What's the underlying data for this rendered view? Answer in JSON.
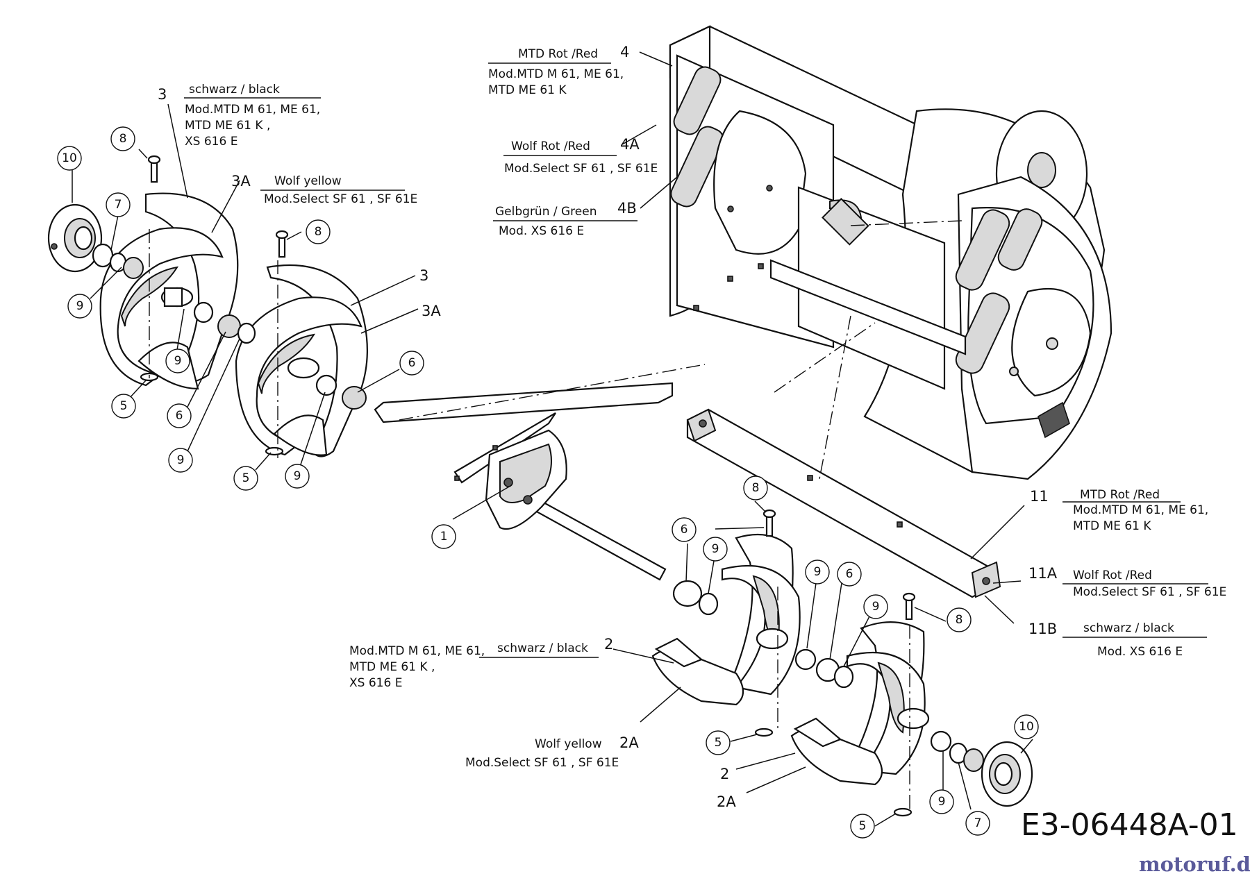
{
  "drawing_code": "E3-06448A-01",
  "watermark": "motoruf.de",
  "callouts": {
    "4": "4",
    "4A": "4A",
    "4B": "4B",
    "3": "3",
    "3A": "3A",
    "11": "11",
    "11A": "11A",
    "11B": "11B",
    "2": "2",
    "2A": "2A"
  },
  "bubbles": {
    "1": "1",
    "5": "5",
    "6": "6",
    "7": "7",
    "8": "8",
    "9": "9",
    "10": "10"
  },
  "notes": {
    "n4_head": "MTD Rot /Red",
    "n4_l1": "Mod.MTD M 61, ME 61,",
    "n4_l2": "MTD ME 61 K",
    "n4a_head": "Wolf Rot /Red",
    "n4a_l1": "Mod.Select SF 61 , SF 61E",
    "n4b_head": "Gelbgrün / Green",
    "n4b_l1": "Mod. XS 616 E",
    "n3_head": "schwarz / black",
    "n3_l1": "Mod.MTD M 61, ME 61,",
    "n3_l2": "MTD ME 61 K ,",
    "n3_l3": "XS 616 E",
    "n3a_head": "Wolf yellow",
    "n3a_l1": "Mod.Select SF 61 , SF 61E",
    "n11_head": "MTD Rot /Red",
    "n11_l1": "Mod.MTD M 61, ME 61,",
    "n11_l2": "MTD ME 61 K",
    "n11a_head": "Wolf Rot /Red",
    "n11a_l1": "Mod.Select SF 61 , SF 61E",
    "n11b_head": "schwarz / black",
    "n11b_l1": "Mod. XS 616 E",
    "n2_head": "schwarz / black",
    "n2_l1": "Mod.MTD M 61, ME 61,",
    "n2_l2": "MTD ME 61 K ,",
    "n2_l3": "XS 616 E",
    "n2a_l1": "Wolf yellow",
    "n2a_l2": "Mod.Select SF 61 , SF 61E"
  },
  "colors": {
    "line": "#111111",
    "watermark_main": "#5a5a9a",
    "watermark_accent": "#e07a1a"
  }
}
